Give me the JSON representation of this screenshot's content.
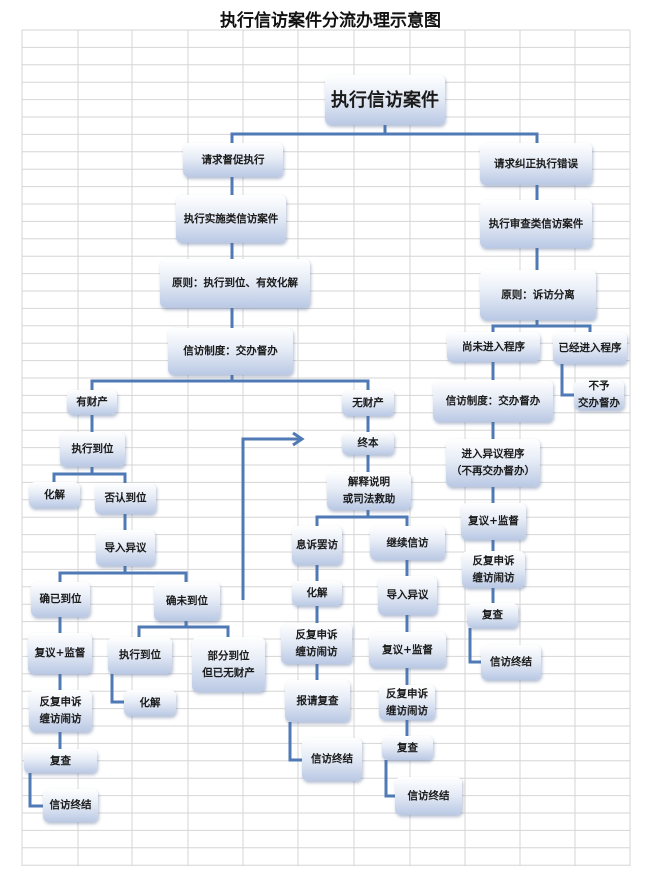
{
  "title": "执行信访案件分流办理示意图",
  "nodes": [
    "执行信访案件",
    "请求督促执行",
    "执行实施类信访案件",
    "原则：执行到位、有效化解",
    "信访制度：交办督办",
    "请求纠正执行错误",
    "执行审查类信访案件",
    "原则：诉访分离",
    "尚未进入程序",
    "已经进入程序",
    "信访制度：交办督办",
    "不予\n交办督办",
    "进入异议程序\n（不再交办督办）",
    "复议+监督",
    "反复申诉\n缠访闹访",
    "复查",
    "信访终结",
    "有财产",
    "执行到位",
    "化解",
    "否认到位",
    "导入异议",
    "确已到位",
    "确未到位",
    "复议+监督",
    "执行到位",
    "部分到位\n但已无财产",
    "化解",
    "反复申诉\n缠访闹访",
    "复查",
    "信访终结",
    "无财产",
    "终本",
    "解释说明\n或司法救助",
    "息诉罢访",
    "继续信访",
    "化解",
    "导入异议",
    "反复申诉\n缠访闹访",
    "复议+监督",
    "报请复查",
    "反复申诉\n缠访闹访",
    "信访终结",
    "复查",
    "信访终结"
  ],
  "colors": {
    "line": "#4f7ab5",
    "grid": "#d6d6d6"
  }
}
